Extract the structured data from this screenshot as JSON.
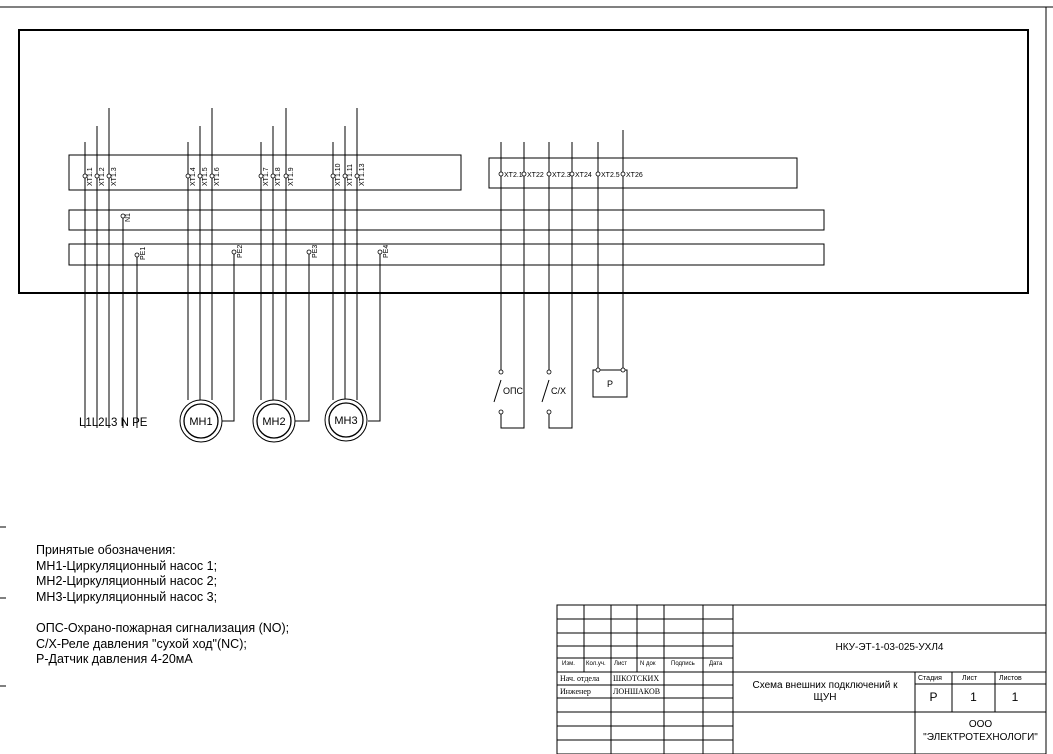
{
  "terminals_group1": [
    "XT1.1",
    "XT1.2",
    "XT1.3",
    "XT1.4",
    "XT1.5",
    "XT1.6",
    "XT1.7",
    "XT1.8",
    "XT1.9",
    "XT1.10",
    "XT1.11",
    "XT1.13"
  ],
  "terminals_group2": [
    "XT2.1",
    "XT22",
    "XT2.3",
    "XT24",
    "XT2.5",
    "XT26"
  ],
  "neutral_terminal": "N1",
  "pe_terminals": [
    "PE1",
    "PE2",
    "PE3",
    "PE4"
  ],
  "supply_label": "L1L2L3 N PE",
  "motors": [
    "МН1",
    "МН2",
    "МН3"
  ],
  "switch_labels": {
    "ops": "ОПС",
    "sx": "С/Х"
  },
  "sensor_label": "Р",
  "legend": {
    "title": "Принятые обозначения:",
    "items": [
      "МН1-Циркуляционный насос 1;",
      "МН2-Циркуляционный насос 2;",
      "МН3-Циркуляционный насос 3;",
      "",
      "ОПС-Охрано-пожарная сигнализация (NO);",
      "С/Х-Реле давления  \"сухой ход\"(NC);",
      "Р-Датчик давления 4-20мА"
    ]
  },
  "title_block": {
    "doc_code": "НКУ-ЭТ-1-03-025-УХЛ4",
    "headers": [
      "Изм.",
      "Кол.уч.",
      "Лист",
      "N док",
      "Подпись",
      "Дата"
    ],
    "roles": [
      {
        "role": "Нач. отдела",
        "name": "ШКОТСКИХ"
      },
      {
        "role": "Инженер",
        "name": "ЛОНШАКОВ"
      }
    ],
    "doc_title": "Схема внешних подключений к ЩУН",
    "stage_header": "Стадия",
    "sheet_header": "Лист",
    "sheets_header": "Листов",
    "stage": "Р",
    "sheet": "1",
    "sheets": "1",
    "company_line1": "ООО",
    "company_line2": "\"ЭЛЕКТРОТЕХНОЛОГИ\""
  }
}
